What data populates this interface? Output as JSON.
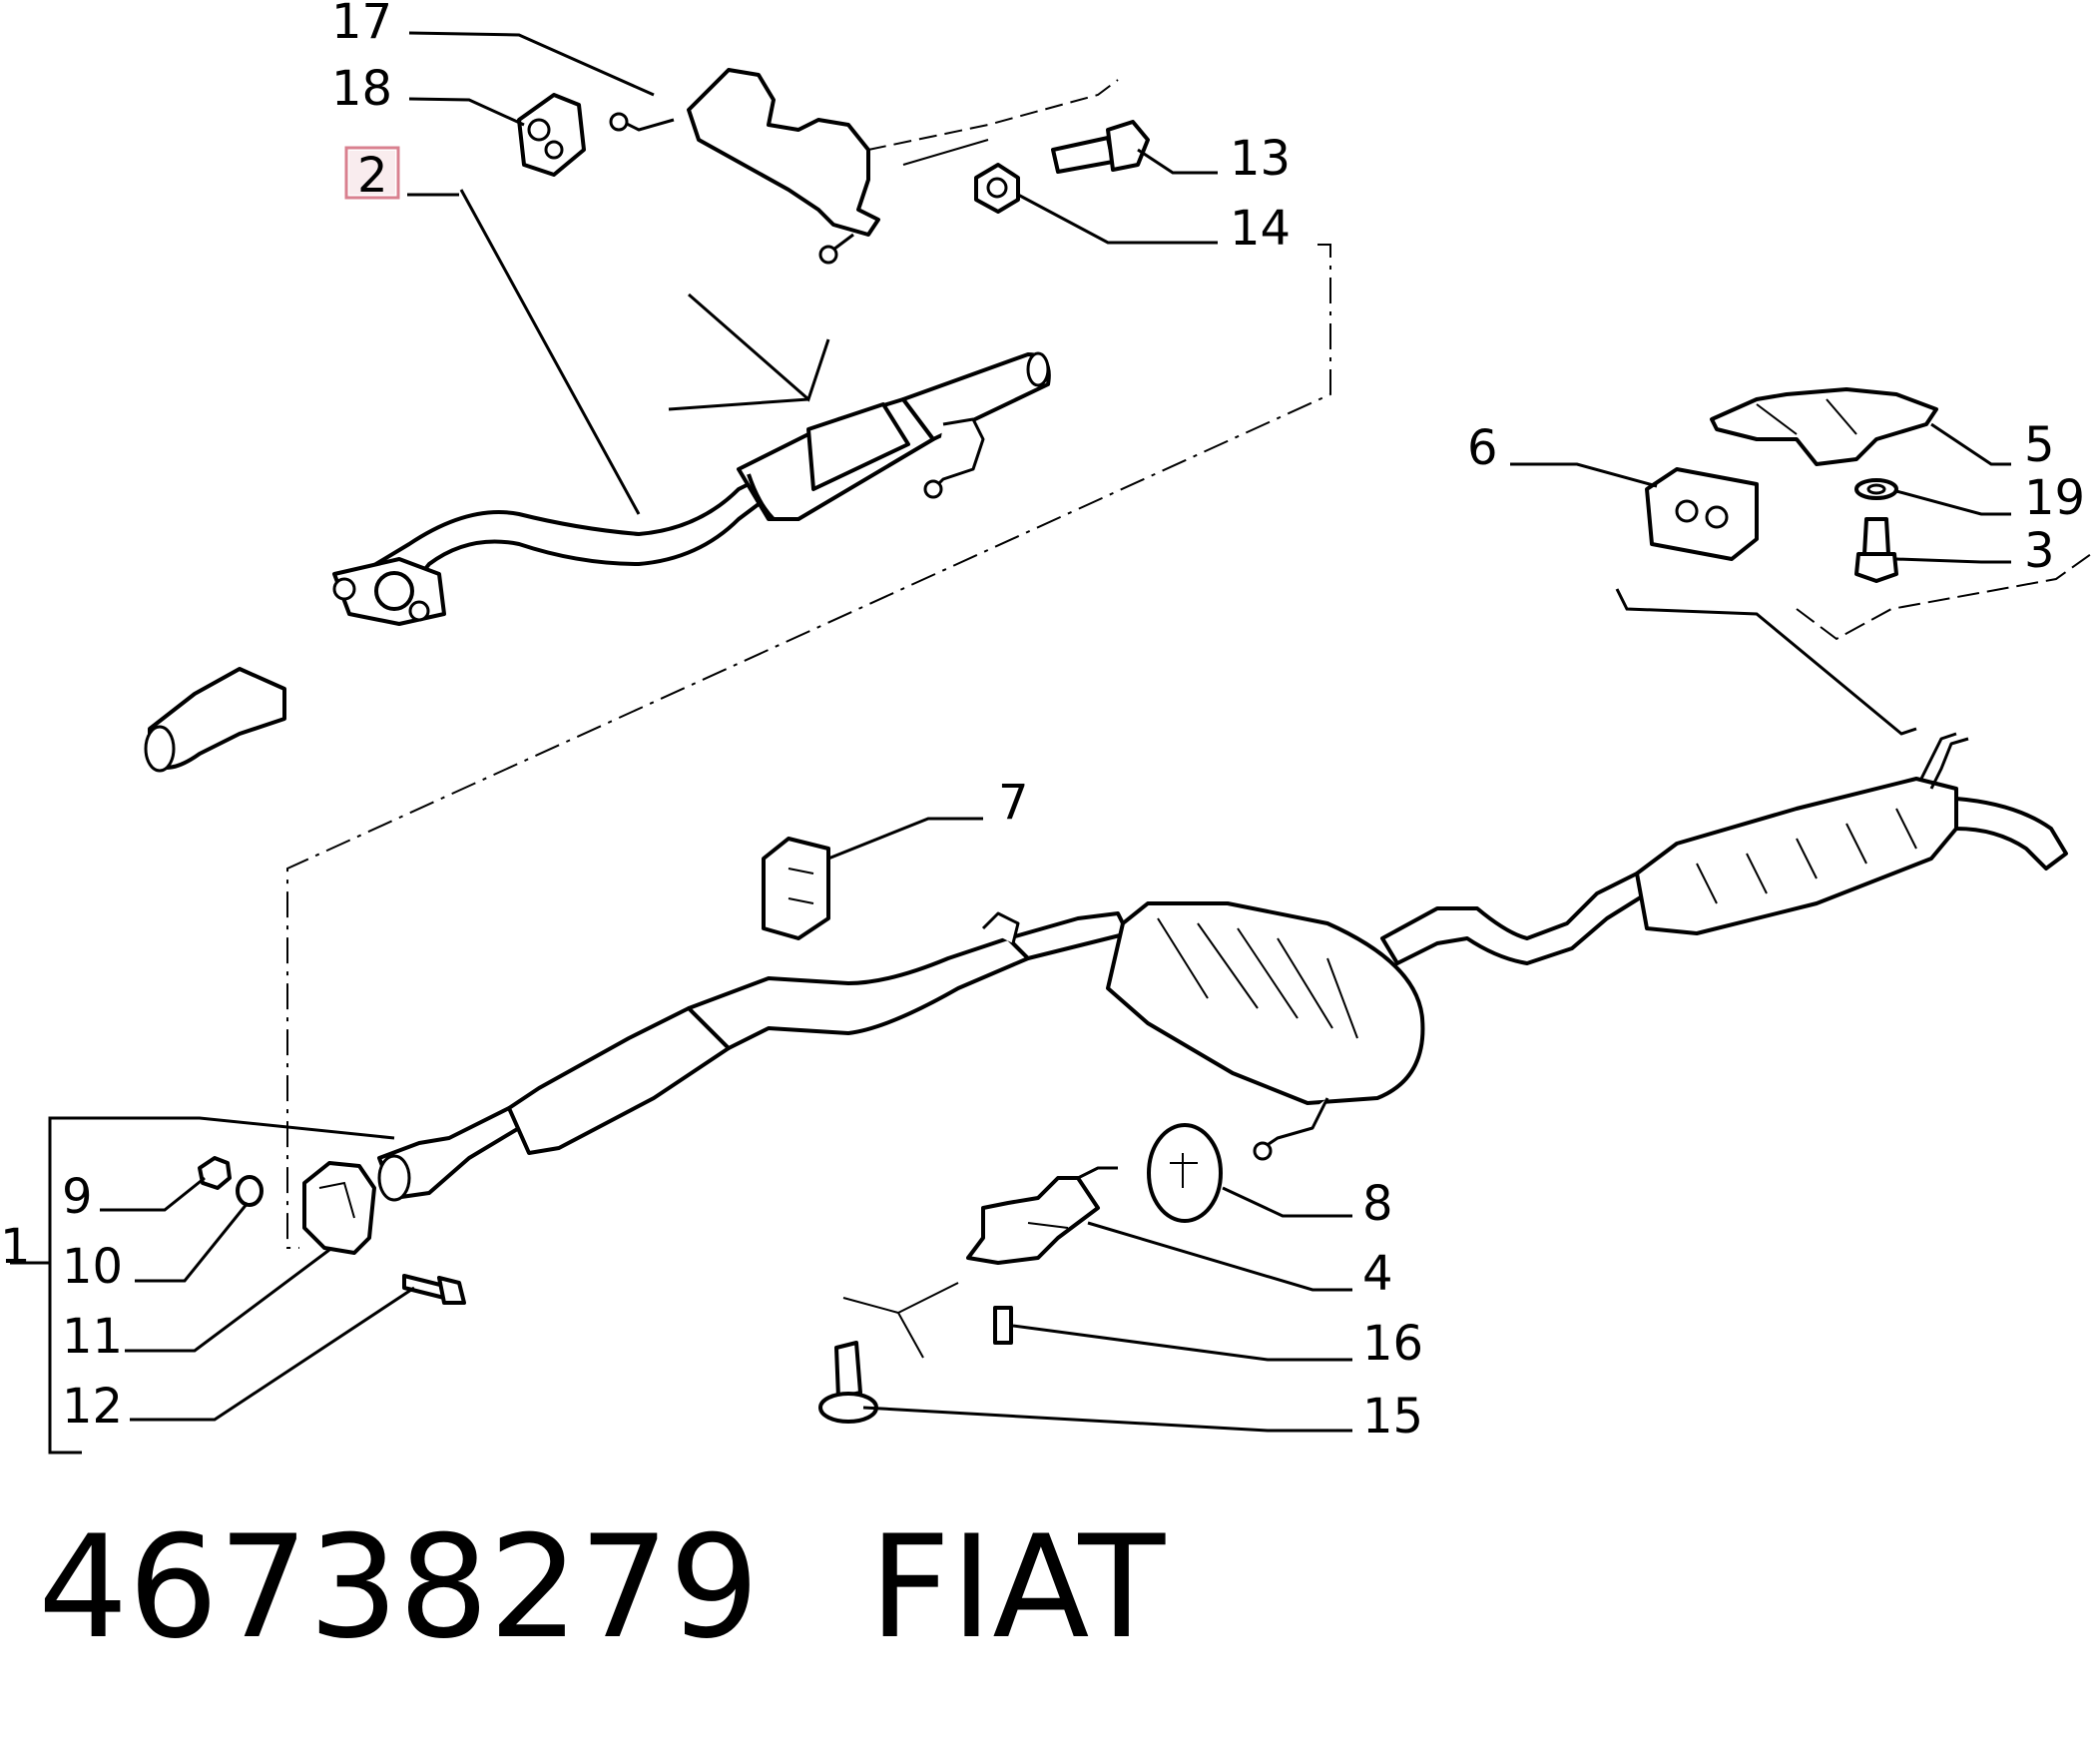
{
  "highlight_color": "#d9808f",
  "callouts": {
    "c17": "17",
    "c18": "18",
    "c2": "2",
    "c13": "13",
    "c14": "14",
    "c6": "6",
    "c5": "5",
    "c19": "19",
    "c3": "3",
    "c7": "7",
    "c9": "9",
    "c10": "10",
    "c11": "11",
    "c12": "12",
    "c1": "1",
    "c8": "8",
    "c4": "4",
    "c16": "16",
    "c15": "15"
  },
  "footer": {
    "part_number": "46738279",
    "brand": "FIAT"
  }
}
